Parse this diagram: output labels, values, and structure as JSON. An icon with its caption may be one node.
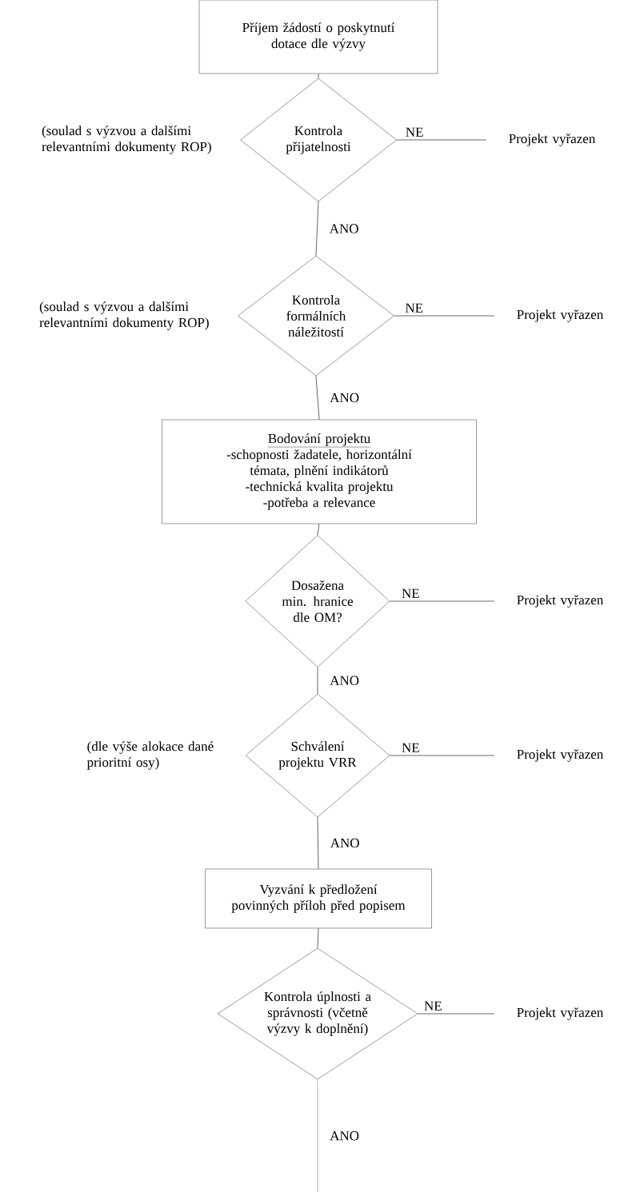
{
  "diagram": {
    "nodes": [
      {
        "text": [
          "Příjem žádostí o poskytnutí dotace dle výzvy"
        ]
      },
      {
        "text": [
          "Kontrola přijatelnosti"
        ],
        "beside": [
          "(soulad s výzvou a dalšími relevantními dokumenty ROP)"
        ]
      },
      {
        "text": [
          "Projekt vyřazen"
        ]
      },
      {
        "text": [
          "Kontrola formálních náležitostí"
        ],
        "beside": [
          "(soulad s výzvou a dalšími relevantními dokumenty ROP)"
        ]
      },
      {
        "text": [
          "Projekt vyřazen"
        ]
      },
      {
        "text": [
          "Bodování projektu",
          "-schopnosti žadatele, horizontální témata, plnění indikátorů",
          "-technická kvalita projektu",
          "-potřeba a relevance"
        ]
      },
      {
        "text": [
          "Dosažena min. hranice dle OM?"
        ]
      },
      {
        "text": [
          "Projekt vyřazen"
        ]
      },
      {
        "text": [
          "Schválení projektu VRR"
        ],
        "beside": [
          "(dle výše alokace dané prioritní osy)"
        ]
      },
      {
        "text": [
          "Projekt vyřazen"
        ]
      },
      {
        "text": [
          "Vyzvání k předložení povinných příloh před popisem"
        ]
      },
      {
        "text": [
          "Kontrola úplnosti a správnosti (včetně výzvy k doplnění)"
        ]
      },
      {
        "text": [
          "Projekt vyřazen"
        ]
      }
    ],
    "edges": [
      {
        "from": 0,
        "to": 1,
        "arrow": "none"
      },
      {
        "from": 1,
        "to": 2,
        "arrow": "none",
        "label": "NE"
      },
      {
        "from": 1,
        "to": 3,
        "arrow": "none",
        "label": "ANO"
      },
      {
        "from": 3,
        "to": 4,
        "arrow": "none",
        "label": "NE"
      },
      {
        "from": 3,
        "to": 5,
        "arrow": "none",
        "label": "ANO"
      },
      {
        "from": 5,
        "to": 6,
        "arrow": "none"
      },
      {
        "from": 6,
        "to": 7,
        "arrow": "none",
        "label": "NE"
      },
      {
        "from": 6,
        "to": 8,
        "arrow": "none",
        "label": "ANO"
      },
      {
        "from": 8,
        "to": 9,
        "arrow": "none",
        "label": "NE"
      },
      {
        "from": 8,
        "to": 10,
        "arrow": "none",
        "label": "ANO"
      },
      {
        "from": 10,
        "to": 11,
        "arrow": "none"
      },
      {
        "from": 11,
        "to": 12,
        "arrow": "none",
        "label": "NE"
      },
      {
        "from": 11,
        "to": null,
        "arrow": "none",
        "label": "ANO"
      }
    ]
  }
}
